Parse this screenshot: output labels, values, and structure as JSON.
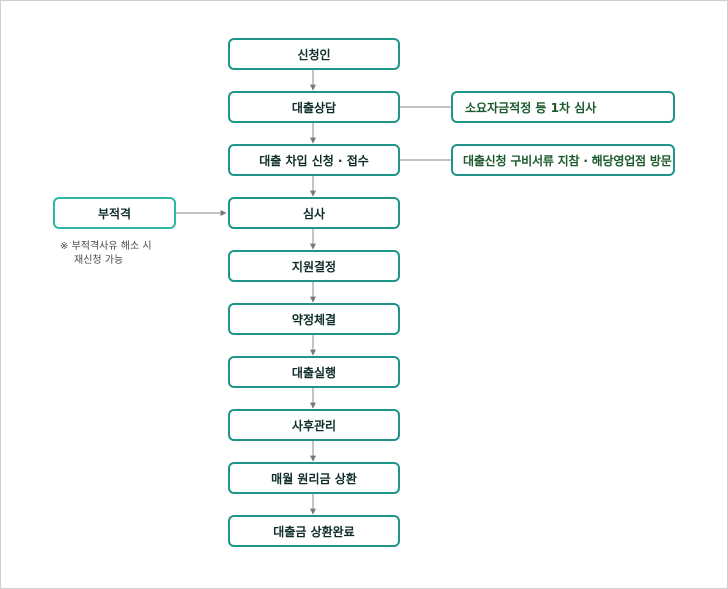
{
  "colors": {
    "box_border": "#1f9488",
    "left_box_border": "#2fb7a6",
    "connector": "#888888",
    "text_main": "#0f2d2a",
    "text_side": "#1a5a2c"
  },
  "steps": [
    "신청인",
    "대출상담",
    "대출 차입 신청 · 접수",
    "심사",
    "지원결정",
    "약정체결",
    "대출실행",
    "사후관리",
    "매월 원리금 상환",
    "대출금 상환완료"
  ],
  "side_notes": {
    "consult": "소요자금적정 등 1차 심사",
    "application": "대출신청 구비서류 지참 · 해당영업점 방문"
  },
  "ineligible": {
    "label": "부적격",
    "note_mark": "※",
    "note_line1": "부적격사유 해소 시",
    "note_line2": "재신청 가능"
  }
}
